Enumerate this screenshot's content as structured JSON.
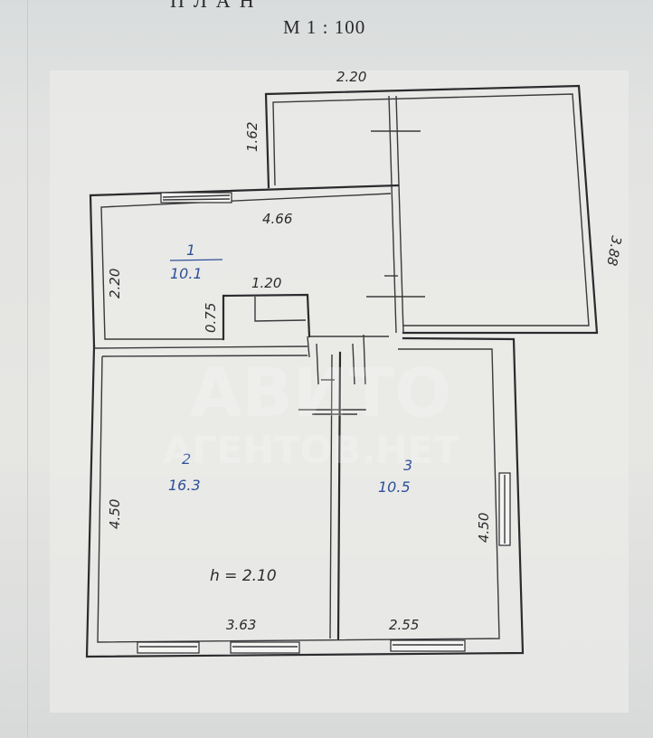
{
  "header": {
    "title": "ПЛАН",
    "scale": "М 1 : 100"
  },
  "dimensions": {
    "annex_width": "2.20",
    "annex_side": "1.62",
    "annex_right": "3.88",
    "room1_width": "4.66",
    "room1_height": "2.20",
    "niche_width": "1.20",
    "niche_depth": "0.75",
    "room2_height": "4.50",
    "room2_width": "3.63",
    "room3_height": "4.50",
    "room3_width": "2.55",
    "ceiling_height": "h = 2.10"
  },
  "rooms": [
    {
      "number": "1",
      "area": "10.1"
    },
    {
      "number": "2",
      "area": "16.3"
    },
    {
      "number": "3",
      "area": "10.5"
    }
  ],
  "watermark": {
    "text_top": "АВИТО",
    "text_bottom": "АГЕНТОВ.НЕТ"
  },
  "colors": {
    "ink": "#2b2b2e",
    "blue_ink": "#2f4f9a",
    "paper": "#ebebe8"
  }
}
